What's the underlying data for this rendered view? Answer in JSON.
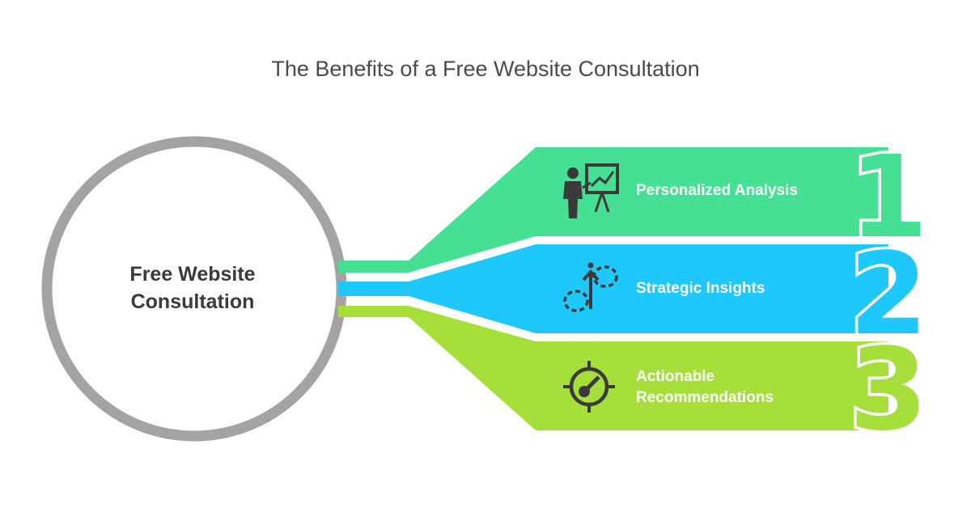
{
  "title": "The Benefits of a Free Website Consultation",
  "hub": {
    "line1": "Free Website",
    "line2": "Consultation"
  },
  "items": [
    {
      "number": "1",
      "label": "Personalized Analysis",
      "icon": "presenter-chart-icon",
      "color": "#46e094"
    },
    {
      "number": "2",
      "label": "Strategic Insights",
      "icon": "path-arrow-icon",
      "color": "#1ec8fb"
    },
    {
      "number": "3",
      "label_line1": "Actionable",
      "label_line2": "Recommendations",
      "icon": "target-key-icon",
      "color": "#a6df3a"
    }
  ],
  "colors": {
    "hub_ring": "#a3a3a3",
    "text_dark": "#3a3a3a",
    "icon": "#3a3a3a"
  }
}
